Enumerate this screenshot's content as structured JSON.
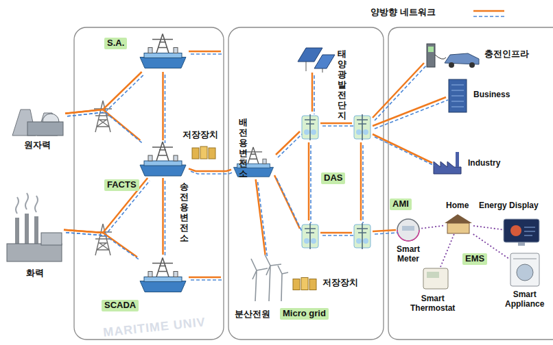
{
  "diagram": {
    "nodes": [
      {
        "text": [
          "원자력"
        ]
      },
      {
        "text": [
          "화력"
        ]
      },
      {
        "text": [
          "S.A."
        ]
      },
      {
        "text": [
          "FACTS",
          "송전용 변전소"
        ]
      },
      {
        "text": [
          "저장장치"
        ]
      },
      {
        "text": [
          "SCADA"
        ]
      },
      {
        "text": [
          "배전용 변전소"
        ]
      },
      {
        "text": [
          "태양광 발전단지"
        ]
      },
      {
        "text": [
          "저장장치"
        ]
      },
      {
        "text": [
          "분산전원",
          "Micro grid"
        ]
      },
      {
        "text": [
          "충전인프라"
        ]
      },
      {
        "text": [
          "Business"
        ]
      },
      {
        "text": [
          "Industry"
        ]
      },
      {
        "text": [
          "AMI",
          "Smart Meter"
        ]
      },
      {
        "text": [
          "Home"
        ]
      },
      {
        "text": [
          "Energy Display"
        ]
      },
      {
        "text": [
          "Smart Thermostat"
        ]
      },
      {
        "text": [
          "Smart Appliance"
        ]
      }
    ],
    "edges": [
      {
        "from": 0,
        "to": 2,
        "arrow": "none"
      },
      {
        "from": 0,
        "to": 3,
        "arrow": "none"
      },
      {
        "from": 1,
        "to": 3,
        "arrow": "none"
      },
      {
        "from": 1,
        "to": 5,
        "arrow": "none"
      },
      {
        "from": 2,
        "to": 3,
        "arrow": "none"
      },
      {
        "from": 3,
        "to": 5,
        "arrow": "none"
      },
      {
        "from": 3,
        "to": 6,
        "arrow": "none"
      },
      {
        "from": 6,
        "to": 9,
        "arrow": "none"
      },
      {
        "from": 14,
        "to": 13,
        "arrow": "none"
      },
      {
        "from": 14,
        "to": 15,
        "arrow": "none"
      },
      {
        "from": 14,
        "to": 16,
        "arrow": "none"
      },
      {
        "from": 14,
        "to": 17,
        "arrow": "none"
      }
    ],
    "labels": [
      "DAS",
      "EMS",
      "MARITIME UNIV"
    ],
    "legend": [
      {
        "text": "양방향 네트워크"
      }
    ]
  }
}
